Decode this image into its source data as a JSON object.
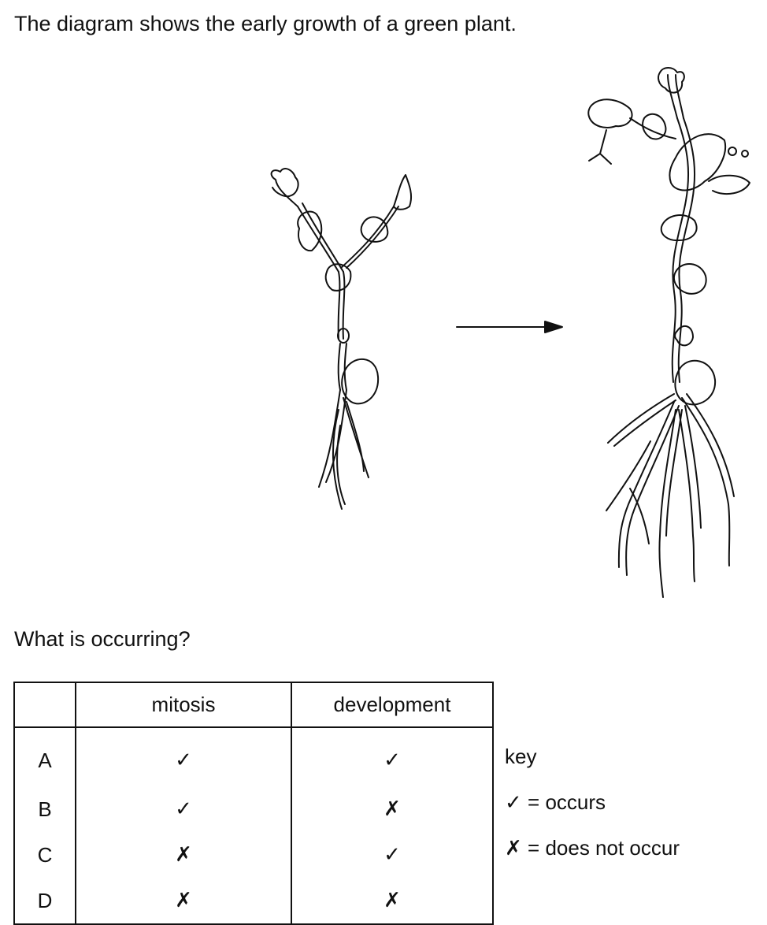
{
  "intro": "The diagram shows the early growth of a green plant.",
  "question": "What is occurring?",
  "table": {
    "headers": [
      "",
      "mitosis",
      "development"
    ],
    "rows": [
      {
        "letter": "A",
        "mitosis": "✓",
        "development": "✓"
      },
      {
        "letter": "B",
        "mitosis": "✓",
        "development": "✗"
      },
      {
        "letter": "C",
        "mitosis": "✗",
        "development": "✓"
      },
      {
        "letter": "D",
        "mitosis": "✗",
        "development": "✗"
      }
    ]
  },
  "key": {
    "title": "key",
    "tick_symbol": "✓",
    "tick_meaning": "= occurs",
    "cross_symbol": "✗",
    "cross_meaning": "= does not occur"
  }
}
